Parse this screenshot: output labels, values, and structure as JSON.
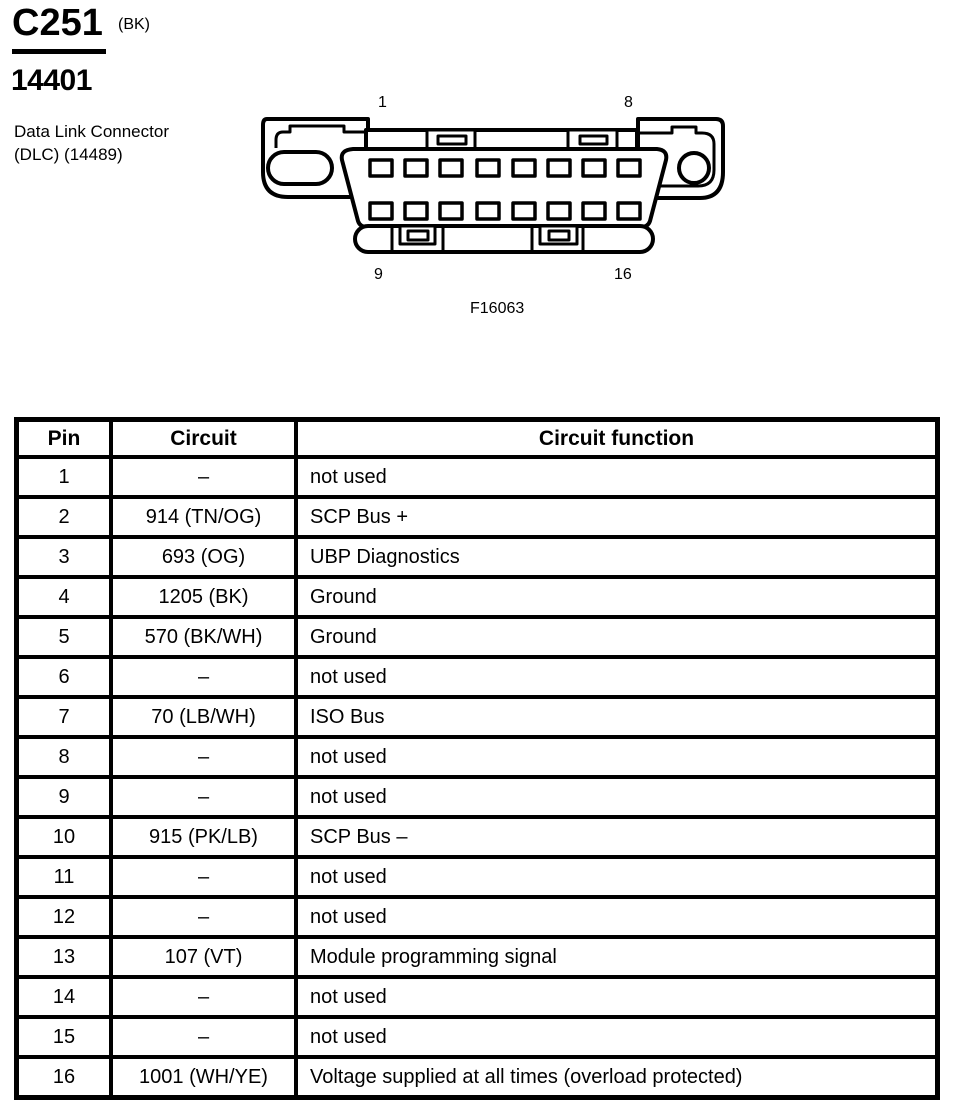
{
  "header": {
    "connector_id": "C251",
    "color_code": "(BK)",
    "part_number": "14401",
    "component_name_line1": "Data Link Connector",
    "component_name_line2": "(DLC) (14489)"
  },
  "diagram": {
    "figure_number": "F16063",
    "pin_labels": {
      "top_left": "1",
      "top_right": "8",
      "bottom_left": "9",
      "bottom_right": "16"
    }
  },
  "table": {
    "headers": [
      "Pin",
      "Circuit",
      "Circuit function"
    ],
    "rows": [
      {
        "pin": "1",
        "circuit": "–",
        "function": "not used"
      },
      {
        "pin": "2",
        "circuit": "914 (TN/OG)",
        "function": "SCP Bus +"
      },
      {
        "pin": "3",
        "circuit": "693 (OG)",
        "function": "UBP Diagnostics"
      },
      {
        "pin": "4",
        "circuit": "1205 (BK)",
        "function": "Ground"
      },
      {
        "pin": "5",
        "circuit": "570 (BK/WH)",
        "function": "Ground"
      },
      {
        "pin": "6",
        "circuit": "–",
        "function": "not used"
      },
      {
        "pin": "7",
        "circuit": "70 (LB/WH)",
        "function": "ISO Bus"
      },
      {
        "pin": "8",
        "circuit": "–",
        "function": "not used"
      },
      {
        "pin": "9",
        "circuit": "–",
        "function": "not used"
      },
      {
        "pin": "10",
        "circuit": "915 (PK/LB)",
        "function": "SCP Bus –"
      },
      {
        "pin": "11",
        "circuit": "–",
        "function": "not used"
      },
      {
        "pin": "12",
        "circuit": "–",
        "function": "not used"
      },
      {
        "pin": "13",
        "circuit": "107 (VT)",
        "function": "Module programming signal"
      },
      {
        "pin": "14",
        "circuit": "–",
        "function": "not used"
      },
      {
        "pin": "15",
        "circuit": "–",
        "function": "not used"
      },
      {
        "pin": "16",
        "circuit": "1001 (WH/YE)",
        "function": "Voltage supplied at all times (overload protected)"
      }
    ]
  },
  "colors": {
    "ink": "#000000",
    "background": "#ffffff"
  }
}
